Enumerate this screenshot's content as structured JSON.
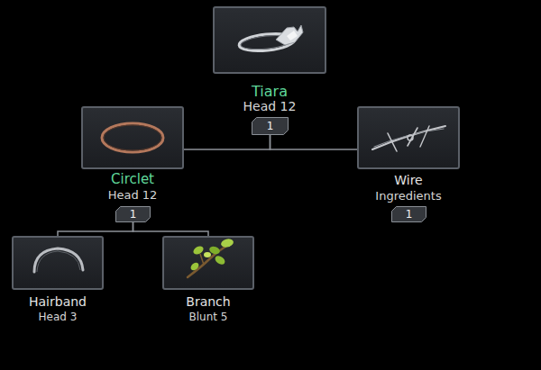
{
  "diagram": {
    "nodes": [
      {
        "text": [
          "Tiara",
          "Head 12"
        ]
      },
      {
        "text": [
          "1"
        ]
      },
      {
        "text": [
          "Circlet",
          "Head 12"
        ]
      },
      {
        "text": [
          "1"
        ]
      },
      {
        "text": [
          "Wire",
          "Ingredients"
        ]
      },
      {
        "text": [
          "1"
        ]
      },
      {
        "text": [
          "Hairband",
          "Head 3"
        ]
      },
      {
        "text": [
          "Branch",
          "Blunt 5"
        ]
      }
    ],
    "edges": [
      {
        "from": 1,
        "to": 2,
        "arrow": "none"
      },
      {
        "from": 1,
        "to": 4,
        "arrow": "none"
      },
      {
        "from": 3,
        "to": 6,
        "arrow": "none"
      },
      {
        "from": 3,
        "to": 7,
        "arrow": "none"
      }
    ]
  }
}
